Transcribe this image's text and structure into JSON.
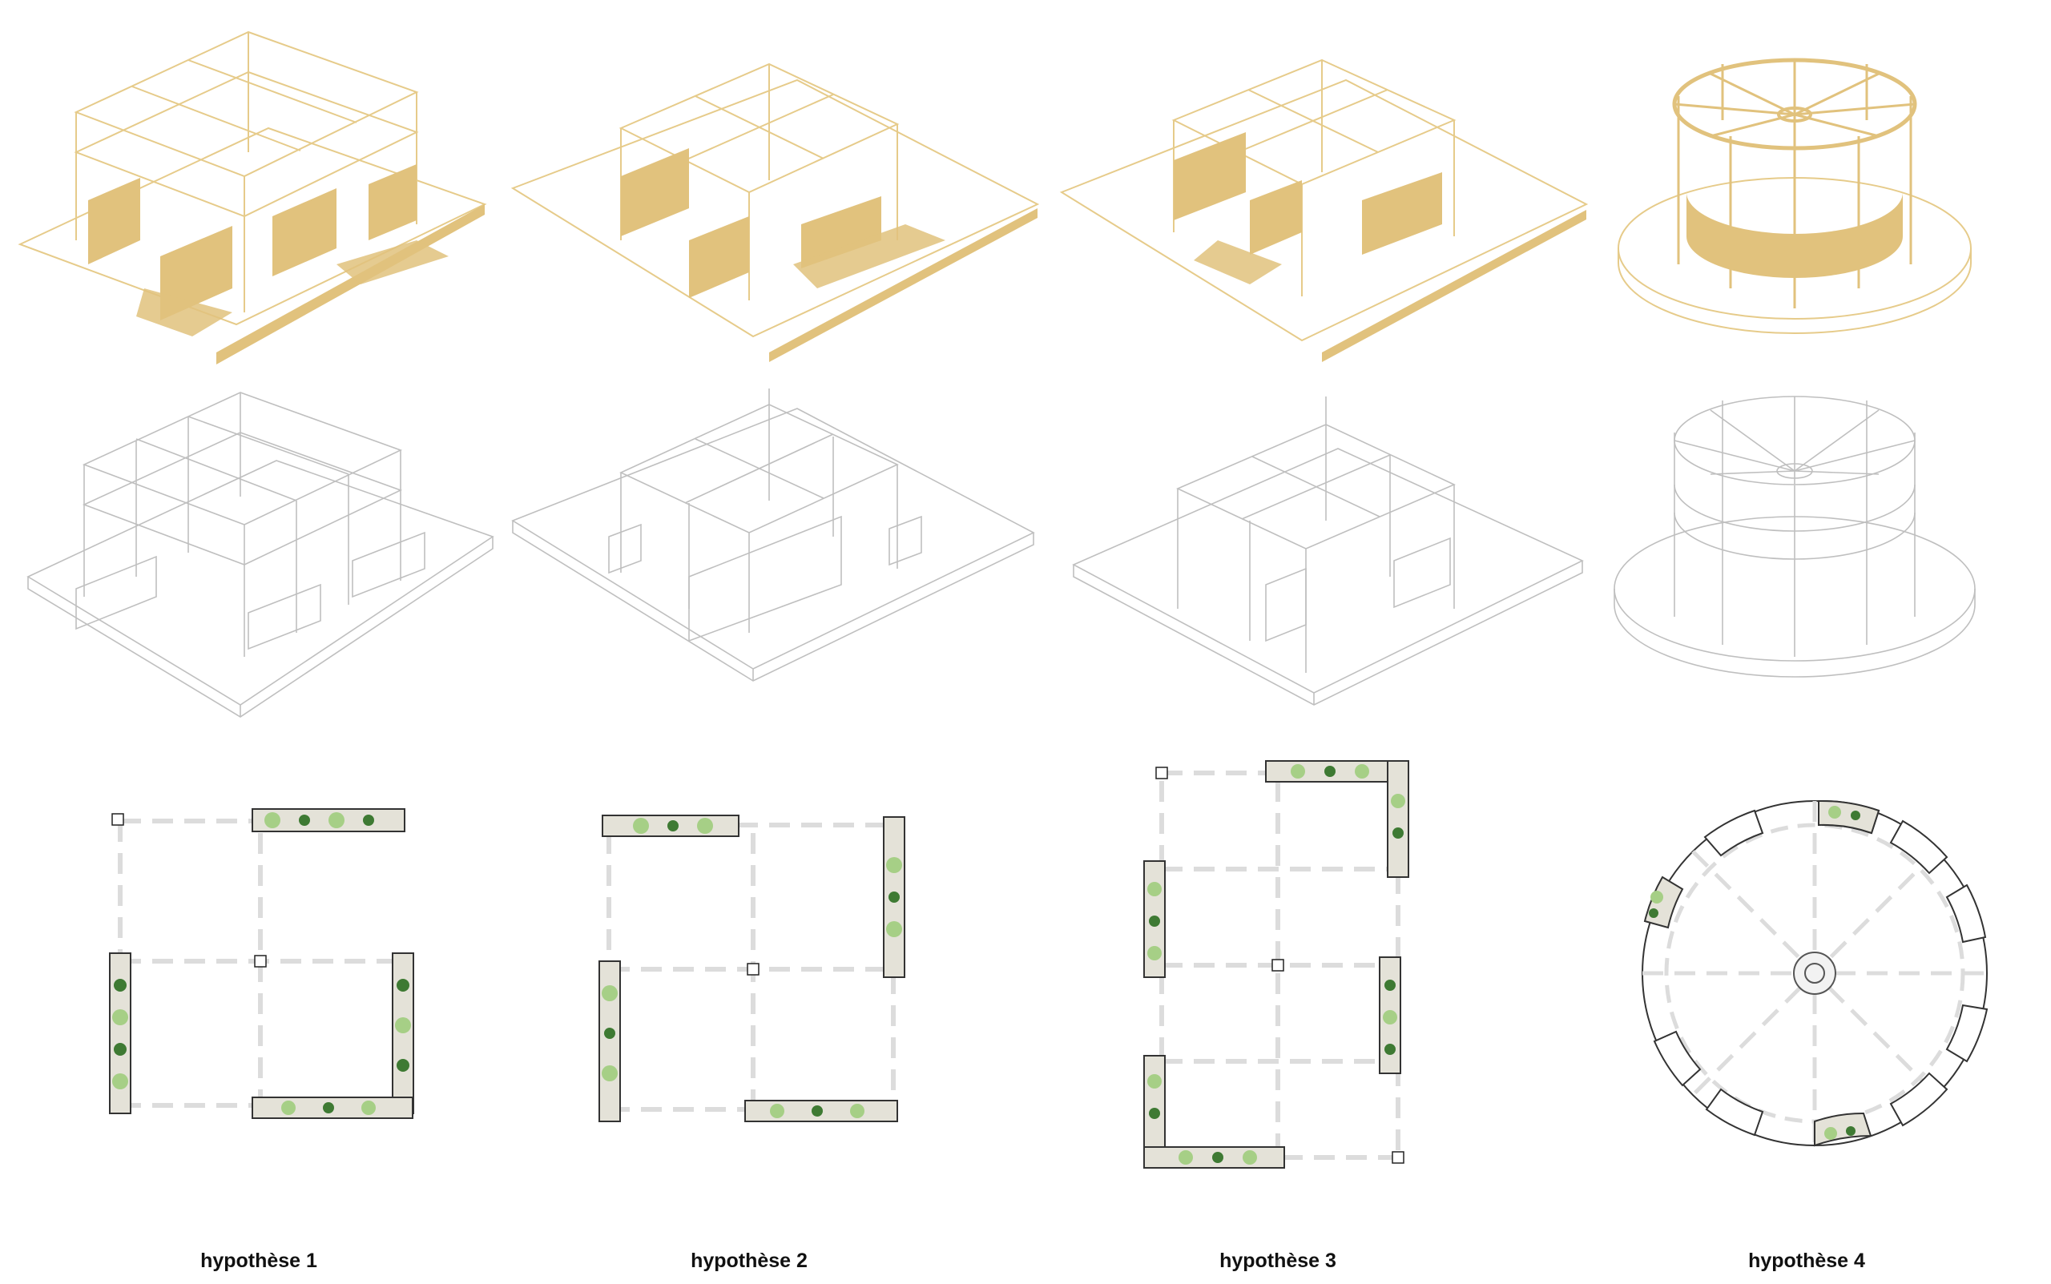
{
  "hypotheses": [
    {
      "label": "hypothèse 1",
      "type": "rectangular-grid"
    },
    {
      "label": "hypothèse 2",
      "type": "offset-grid"
    },
    {
      "label": "hypothèse 3",
      "type": "staggered-grid"
    },
    {
      "label": "hypothèse 4",
      "type": "circular"
    }
  ],
  "colors": {
    "accent": "#e1c27d",
    "line": "#bfbfbf",
    "planter": "#e4e2d8",
    "plant_light": "#a6cf86",
    "plant_dark": "#3e7a33"
  }
}
